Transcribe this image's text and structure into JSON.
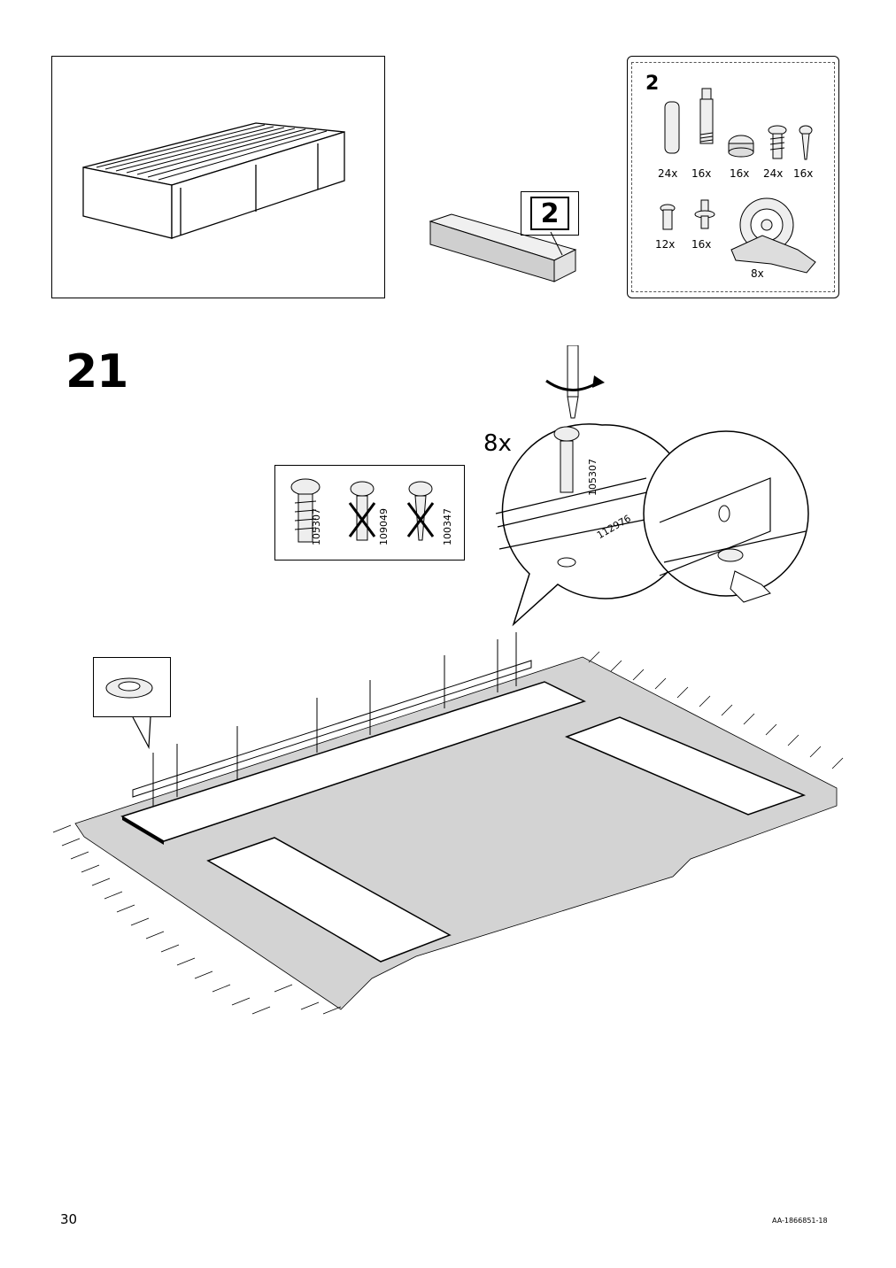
{
  "parts_box": {
    "step": "2",
    "items": [
      {
        "icon": "wooden-dowel-icon",
        "qty": "24x"
      },
      {
        "icon": "cam-bolt-icon",
        "qty": "16x"
      },
      {
        "icon": "cam-lock-icon",
        "qty": "16x"
      },
      {
        "icon": "screw-icon",
        "qty": "24x"
      },
      {
        "icon": "wood-screw-icon",
        "qty": "16x"
      },
      {
        "icon": "short-screw-icon",
        "qty": "12x"
      },
      {
        "icon": "pin-icon",
        "qty": "16x"
      },
      {
        "icon": "caster-wheel-icon",
        "qty": "8x"
      }
    ]
  },
  "package_label": "2",
  "step_number": "21",
  "screw_check": {
    "correct": "105307",
    "wrong": [
      "109049",
      "100347"
    ]
  },
  "detail": {
    "count": "8x",
    "screw_code": "105307",
    "rail_code": "112976"
  },
  "footer": {
    "page_number": "30",
    "doc_code": "AA-1866851-18"
  }
}
